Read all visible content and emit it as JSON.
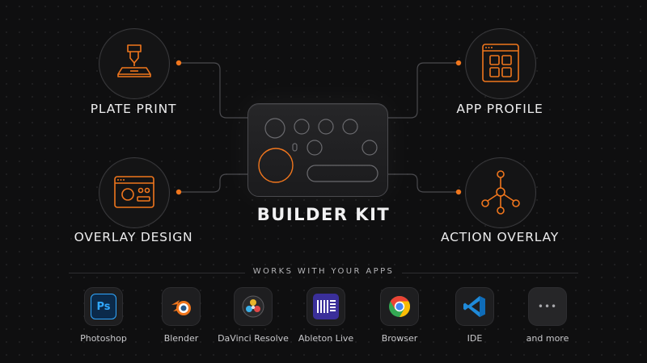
{
  "colors": {
    "accent": "#f0761d",
    "background": "#0f0f10",
    "line": "#4a4a4e"
  },
  "features": {
    "plate_print": {
      "label": "PLATE PRINT",
      "icon": "3d-printer-icon"
    },
    "app_profile": {
      "label": "APP PROFILE",
      "icon": "app-grid-icon"
    },
    "overlay_design": {
      "label": "OVERLAY DESIGN",
      "icon": "window-layout-icon"
    },
    "action_overlay": {
      "label": "ACTION OVERLAY",
      "icon": "node-graph-icon"
    }
  },
  "center": {
    "title": "BUILDER KIT"
  },
  "apps_section": {
    "heading": "WORKS WITH YOUR APPS",
    "apps": [
      {
        "name": "Photoshop",
        "icon": "photoshop-icon",
        "badge": "Ps"
      },
      {
        "name": "Blender",
        "icon": "blender-icon"
      },
      {
        "name": "DaVinci Resolve",
        "icon": "davinci-resolve-icon"
      },
      {
        "name": "Ableton Live",
        "icon": "ableton-live-icon"
      },
      {
        "name": "Browser",
        "icon": "chrome-browser-icon"
      },
      {
        "name": "IDE",
        "icon": "vscode-icon"
      },
      {
        "name": "and more",
        "icon": "more-dots-icon",
        "badge": "•••"
      }
    ]
  }
}
